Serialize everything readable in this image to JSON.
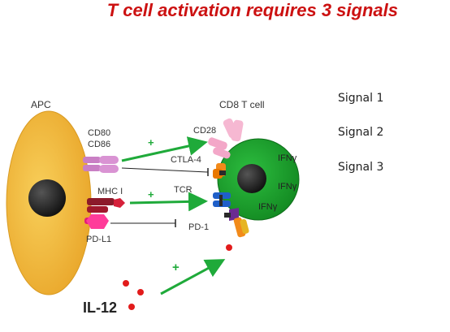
{
  "title": "T cell activation requires 3 signals",
  "signals": [
    "Signal 1",
    "Signal 2",
    "Signal 3"
  ],
  "cells": {
    "apc": "APC",
    "tcell": "CD8 T cell"
  },
  "molecules": {
    "cd80": "CD80",
    "cd86": "CD86",
    "mhc1": "MHC I",
    "pdl1": "PD-L1",
    "cd28": "CD28",
    "ctla4": "CTLA-4",
    "tcr": "TCR",
    "pd1": "PD-1",
    "ifng": "IFNγ",
    "il12": "IL-12"
  },
  "signs": {
    "plus": "+"
  },
  "colors": {
    "title": "#cc1111",
    "apc_fill": "#f2b840",
    "tcell_fill": "#1fa832",
    "arrow": "#1faa3a",
    "nucleus": "#2a2a2a",
    "il12_dot": "#e21b1b"
  }
}
